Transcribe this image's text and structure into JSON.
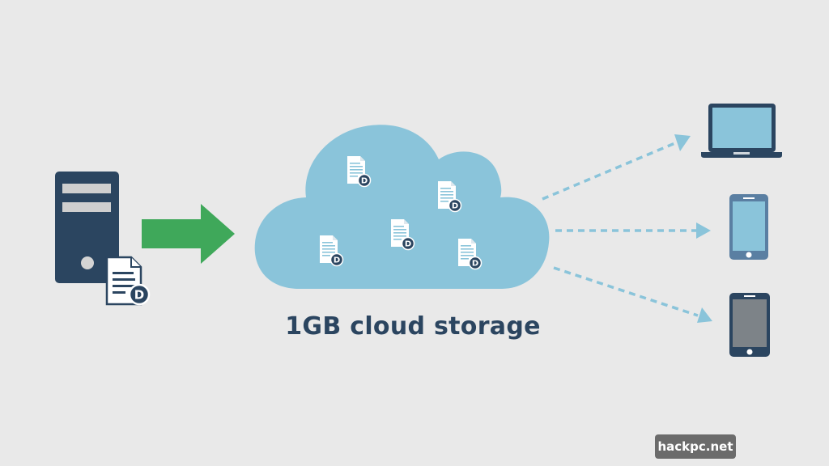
{
  "caption": "1GB cloud storage",
  "watermark": "hackpc.net",
  "colors": {
    "background": "#e9e9e9",
    "navy": "#2b4560",
    "cloud": "#8ac4da",
    "arrow_green": "#3fa85a",
    "dashed_arrow": "#8ac4da",
    "doc_white": "#ffffff"
  },
  "doc_badge_letter": "D",
  "source": {
    "icon": "server-tower-icon",
    "document_icon": "document-d-icon"
  },
  "cloud": {
    "icon": "cloud-icon",
    "document_count": 5
  },
  "devices": [
    {
      "name": "laptop",
      "icon": "laptop-icon"
    },
    {
      "name": "smartphone",
      "icon": "smartphone-icon"
    },
    {
      "name": "tablet",
      "icon": "tablet-icon"
    }
  ]
}
